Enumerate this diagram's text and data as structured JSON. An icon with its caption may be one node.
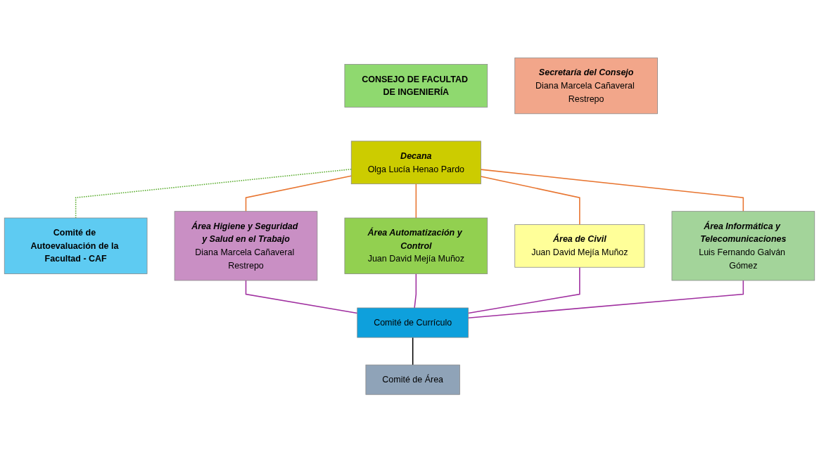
{
  "diagram": {
    "nodes": [
      {
        "text": [
          "CONSEJO DE FACULTAD DE INGENIERÍA"
        ]
      },
      {
        "text": [
          "Decana",
          "Olga Lucía Henao Pardo"
        ]
      },
      {
        "text": [
          "Secretaría del Consejo",
          "Diana Marcela Cañaveral Restrepo"
        ]
      },
      {
        "text": [
          "Comité de Autoevaluación de la Facultad - CAF"
        ]
      },
      {
        "text": [
          "Área Higiene y Seguridad y Salud en el Trabajo",
          "Diana Marcela Cañaveral Restrepo"
        ]
      },
      {
        "text": [
          "Área Automatización y Control",
          "Juan David Mejía Muñoz"
        ]
      },
      {
        "text": [
          "Área de Civil",
          "Juan David Mejía Muñoz"
        ]
      },
      {
        "text": [
          "Área Informática y Telecomunicaciones",
          "Luis Fernando Galván Gómez"
        ]
      },
      {
        "text": [
          "Comité de Currículo"
        ]
      },
      {
        "text": [
          "Comité de Área"
        ]
      }
    ],
    "edges": [
      {
        "from": 1,
        "to": 3,
        "arrow": "none",
        "style": "dashed",
        "color": "#5aac2e"
      },
      {
        "from": 1,
        "to": 4,
        "arrow": "none",
        "color": "#e87530"
      },
      {
        "from": 1,
        "to": 5,
        "arrow": "none",
        "color": "#e87530"
      },
      {
        "from": 1,
        "to": 6,
        "arrow": "none",
        "color": "#e87530"
      },
      {
        "from": 1,
        "to": 7,
        "arrow": "none",
        "color": "#e87530"
      },
      {
        "from": 4,
        "to": 8,
        "arrow": "none",
        "color": "#a030a0"
      },
      {
        "from": 5,
        "to": 8,
        "arrow": "none",
        "color": "#a030a0"
      },
      {
        "from": 6,
        "to": 8,
        "arrow": "none",
        "color": "#a030a0"
      },
      {
        "from": 7,
        "to": 8,
        "arrow": "none",
        "color": "#a030a0"
      },
      {
        "from": 8,
        "to": 9,
        "arrow": "none",
        "color": "#000000"
      }
    ]
  }
}
